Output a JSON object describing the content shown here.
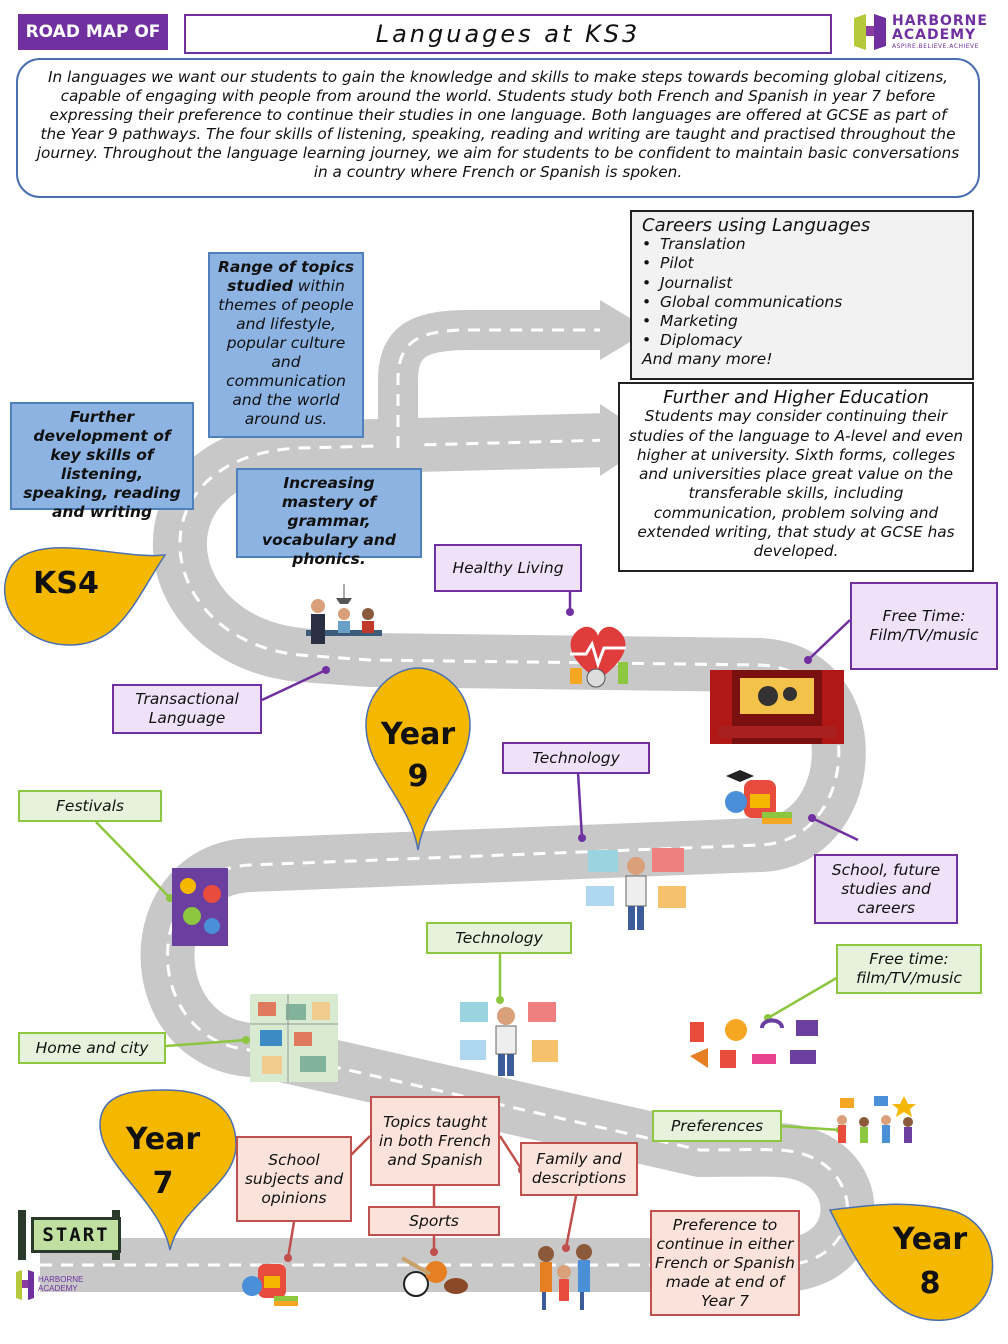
{
  "header": {
    "roadmap_tag": "ROAD MAP OF",
    "title": "Languages at KS3",
    "logo_name_line1": "HARBORNE",
    "logo_name_line2": "ACADEMY",
    "logo_tagline": "ASPIRE.BELIEVE.ACHIEVE"
  },
  "intro": "In languages we want our students to gain the knowledge and skills to make steps towards becoming global citizens, capable of engaging with people from around the world. Students study both French and Spanish in year 7 before expressing their preference to continue their studies in one language. Both languages are offered at GCSE as part of the Year 9 pathways. The four skills of listening, speaking, reading and writing are taught and practised throughout the journey. Throughout the language learning journey, we aim for students to be confident to maintain basic conversations in a country where French or Spanish is spoken.",
  "careers": {
    "title": "Careers using Languages",
    "items": [
      "Translation",
      "Pilot",
      "Journalist",
      "Global communications",
      "Marketing",
      "Diplomacy"
    ],
    "footer": "And many more!"
  },
  "further": {
    "title": "Further and Higher Education",
    "text": "Students may consider continuing their studies of the language to A-level and even higher at university. Sixth forms, colleges and universities place great value on the transferable skills, including communication, problem solving and extended writing, that study at GCSE has developed."
  },
  "blue_boxes": {
    "topics_bold": "Range of topics studied",
    "topics_rest": " within themes of people and lifestyle, popular culture and communication and the world around us.",
    "skills": "Further development of key skills of listening, speaking, reading and writing",
    "mastery": "Increasing mastery of grammar, vocabulary and phonics."
  },
  "pins": {
    "ks4": "KS4",
    "year9_line1": "Year",
    "year9_line2": "9",
    "year7_line1": "Year",
    "year7_line2": "7",
    "year8_line1": "Year",
    "year8_line2": "8"
  },
  "year9_topics": {
    "healthy_living": "Healthy Living",
    "free_time": "Free Time: Film/TV/music",
    "transactional": "Transactional Language",
    "technology": "Technology",
    "school_future": "School, future studies and careers"
  },
  "year8_topics": {
    "festivals": "Festivals",
    "technology": "Technology",
    "free_time": "Free time: film/TV/music",
    "home_city": "Home and city",
    "preferences": "Preferences"
  },
  "year7_topics": {
    "topics_both": "Topics taught in both French and Spanish",
    "school_subjects": "School subjects and opinions",
    "family": "Family and descriptions",
    "sports": "Sports",
    "preference": "Preference to continue in either French or Spanish made at end of Year 7"
  },
  "start": "START",
  "colors": {
    "purple": "#7030a0",
    "blue_fill": "#8db3e2",
    "pin_gold": "#f5b800",
    "road_grey": "#c8c8c8",
    "green": "#8dc63f",
    "red": "#c0504d"
  }
}
